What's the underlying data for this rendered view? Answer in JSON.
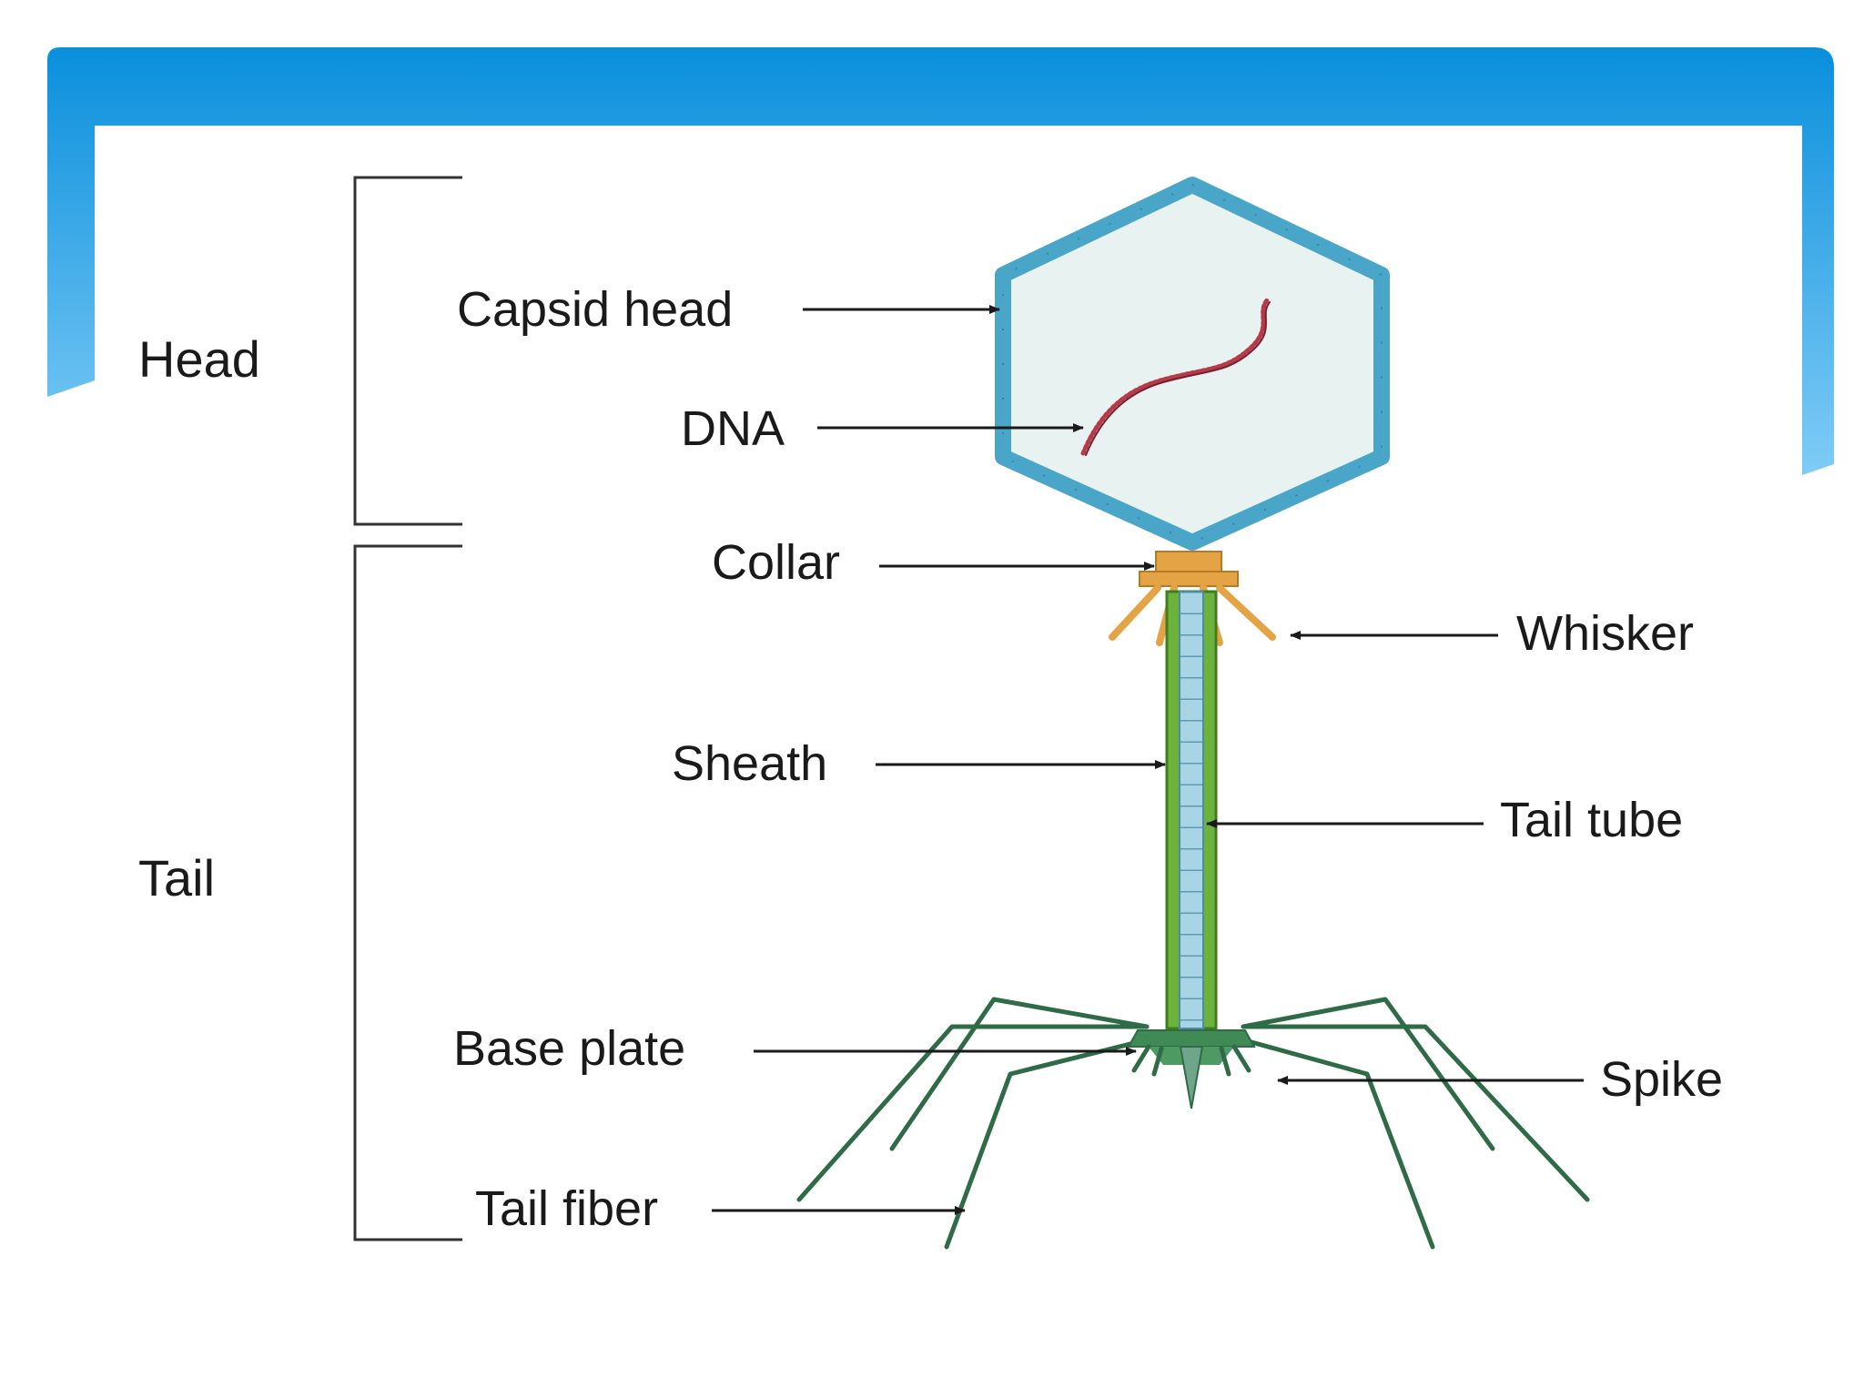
{
  "sections": {
    "head": "Head",
    "tail": "Tail"
  },
  "labels": {
    "capsid_head": "Capsid head",
    "dna": "DNA",
    "collar": "Collar",
    "whisker": "Whisker",
    "sheath": "Sheath",
    "tail_tube": "Tail tube",
    "base_plate": "Base plate",
    "spike": "Spike",
    "tail_fiber": "Tail fiber"
  },
  "colors": {
    "banner_top": "#0a8fdc",
    "banner_bottom": "#7fccf6",
    "capsid_outline": "#4aa6c8",
    "capsid_fill": "#e8f3f1",
    "dna": "#b53a4a",
    "collar": "#e4a344",
    "sheath": "#6cb33c",
    "tail_tube": "#a8d5e6",
    "tail_fiber": "#2f6b47"
  }
}
